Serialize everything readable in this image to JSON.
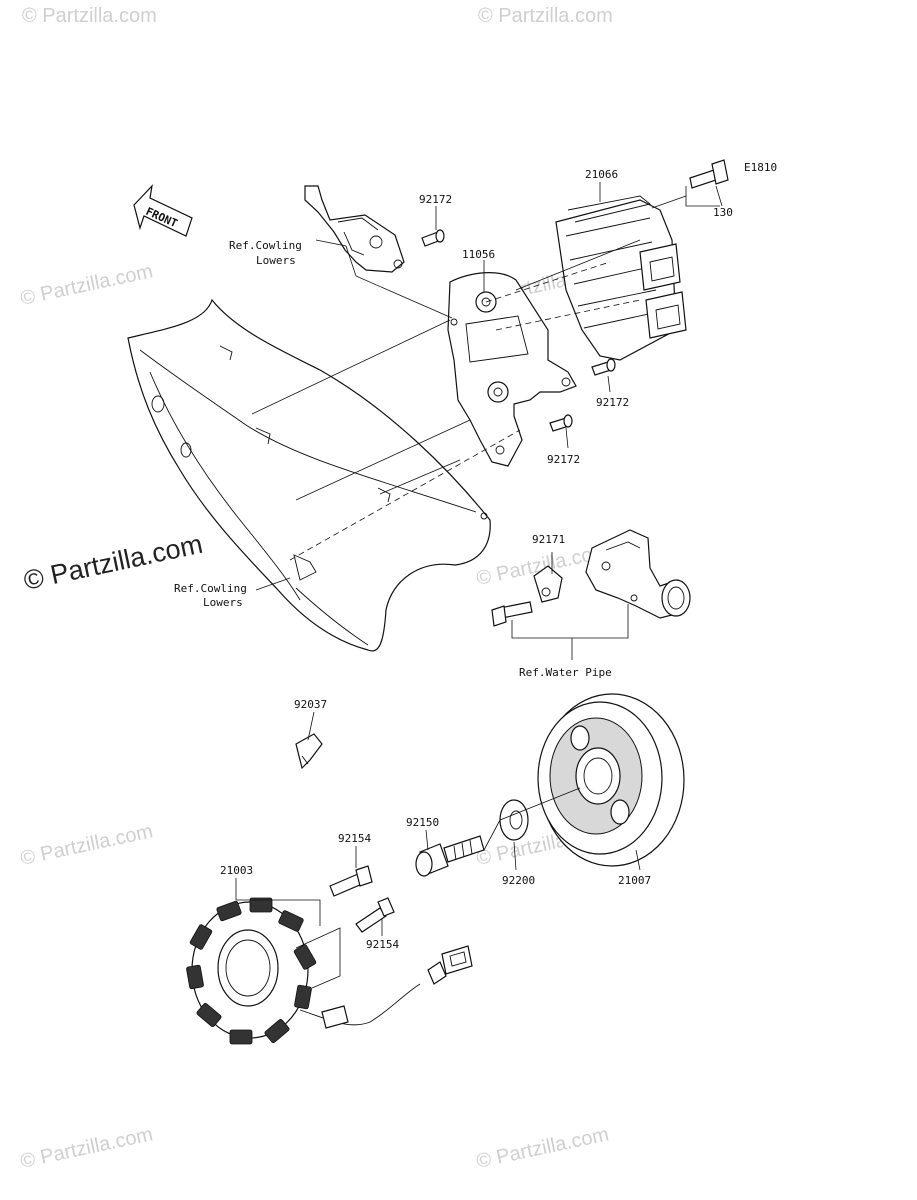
{
  "watermark": {
    "text": "© Partzilla.com"
  },
  "front_arrow": {
    "label": "FRONT"
  },
  "parts": [
    {
      "id": "label-21066",
      "text": "21066"
    },
    {
      "id": "label-e1810",
      "text": "E1810"
    },
    {
      "id": "label-130",
      "text": "130"
    },
    {
      "id": "label-92172-a",
      "text": "92172"
    },
    {
      "id": "label-11056",
      "text": "11056"
    },
    {
      "id": "label-92172-b",
      "text": "92172"
    },
    {
      "id": "label-92172-c",
      "text": "92172"
    },
    {
      "id": "label-92171",
      "text": "92171"
    },
    {
      "id": "label-92037",
      "text": "92037"
    },
    {
      "id": "label-92150",
      "text": "92150"
    },
    {
      "id": "label-92154-a",
      "text": "92154"
    },
    {
      "id": "label-92154-b",
      "text": "92154"
    },
    {
      "id": "label-21003",
      "text": "21003"
    },
    {
      "id": "label-92200",
      "text": "92200"
    },
    {
      "id": "label-21007",
      "text": "21007"
    }
  ],
  "refs": {
    "cowling_upper_line1": "Ref.Cowling",
    "cowling_upper_line2": "Lowers",
    "cowling_lower_line1": "Ref.Cowling",
    "cowling_lower_line2": "Lowers",
    "water_pipe": "Ref.Water Pipe"
  }
}
